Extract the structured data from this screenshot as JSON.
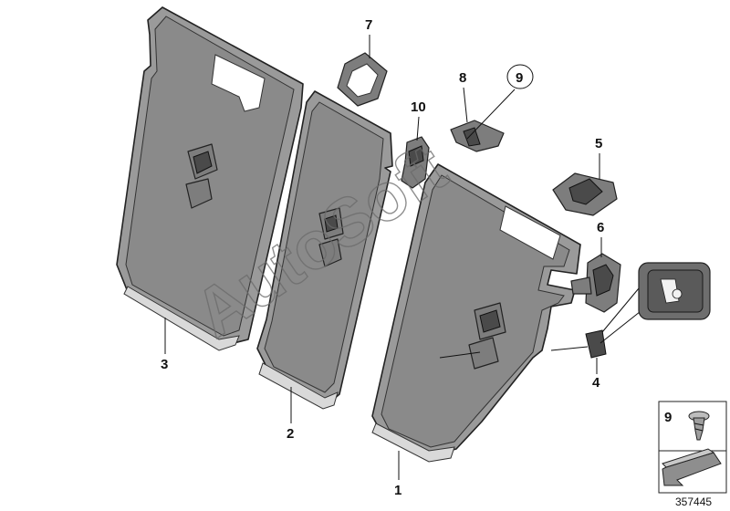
{
  "callouts": {
    "c1": "1",
    "c2": "2",
    "c3": "3",
    "c4": "4",
    "c5": "5",
    "c6": "6",
    "c7": "7",
    "c8": "8",
    "c9": "9",
    "c10": "10"
  },
  "legend": {
    "item_number": "9"
  },
  "diagram_number": "357445",
  "watermark": "AutoSoft",
  "colors": {
    "part_fill": "#9a9a9a",
    "part_dark": "#4a4a4a",
    "outline": "#222222"
  }
}
